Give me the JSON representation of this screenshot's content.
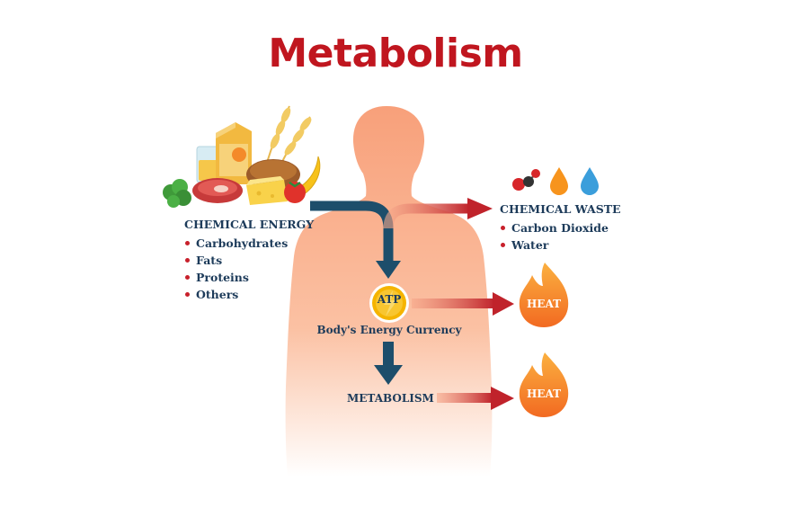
{
  "title": "Metabolism",
  "input": {
    "heading": "CHEMICAL ENERGY",
    "items": [
      "Carbohydrates",
      "Fats",
      "Proteins",
      "Others"
    ]
  },
  "output": {
    "heading": "CHEMICAL WASTE",
    "items": [
      "Carbon Dioxide",
      "Water"
    ]
  },
  "atp": {
    "badge": "ATP",
    "caption": "Body's Energy Currency"
  },
  "process": "METABOLISM",
  "heat": [
    "HEAT",
    "HEAT"
  ],
  "colors": {
    "title": "#c0161f",
    "text": "#1d3b5a",
    "arrow_dark": "#1d4e6b",
    "arrow_red": "#c62a2f",
    "body": "#f8a47e",
    "flame": "#f7941d",
    "badge": "#f5b400",
    "water": "#3b9edb"
  },
  "icons": [
    "food-icon",
    "molecule-icon",
    "orange-drop-icon",
    "water-drop-icon",
    "flame-icon",
    "body-silhouette"
  ]
}
